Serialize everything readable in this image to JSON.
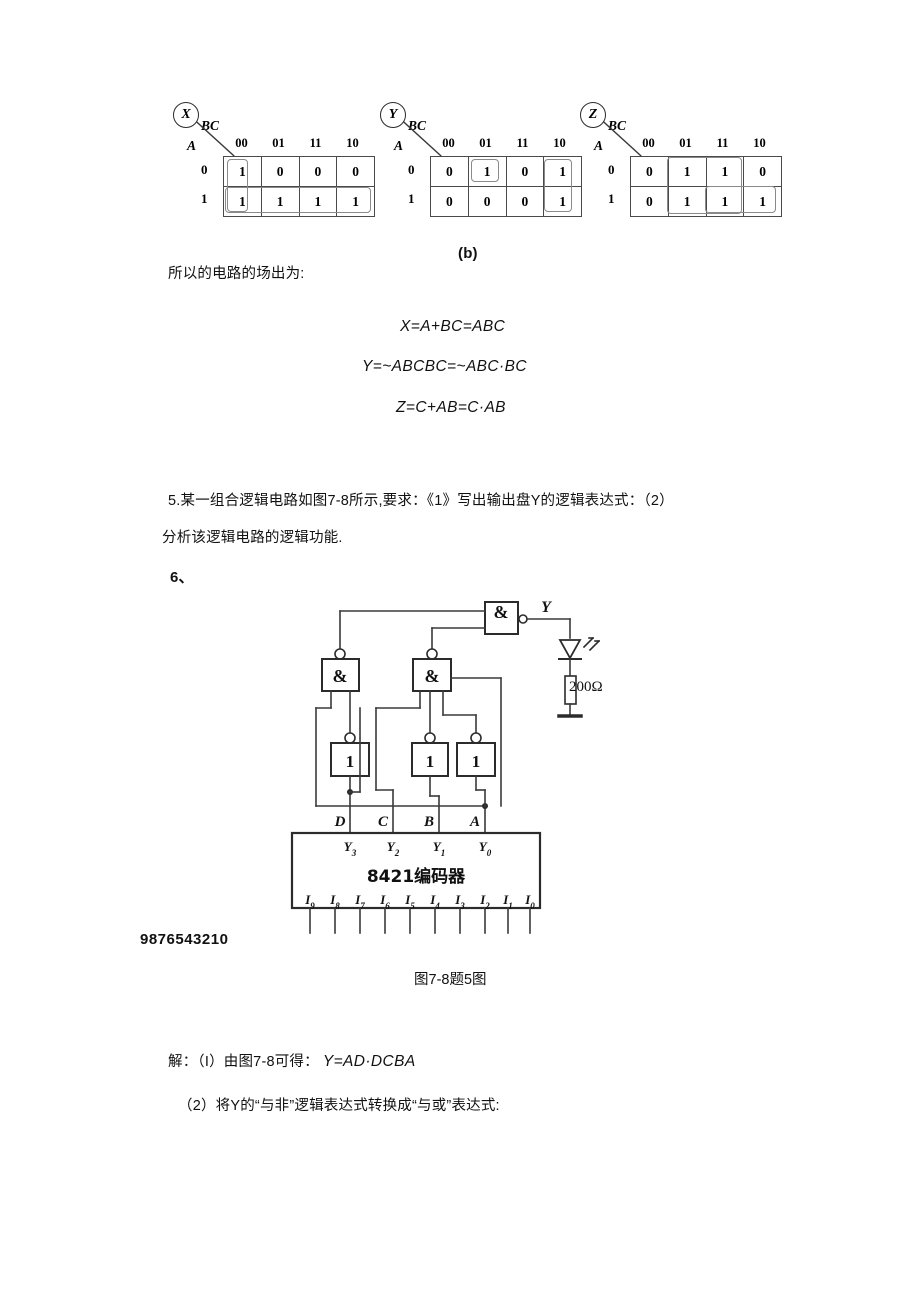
{
  "document": {
    "title": "数字电路习题解答页 - 卡诺图与8421编码器电路"
  },
  "kmaps": [
    {
      "name": "X",
      "var_circle": "X",
      "top_label": "BC",
      "left_label": "A",
      "col_headers": [
        "00",
        "01",
        "11",
        "10"
      ],
      "row_headers": [
        "0",
        "1"
      ],
      "cells": [
        [
          "1",
          "0",
          "0",
          "0"
        ],
        [
          "1",
          "1",
          "1",
          "1"
        ]
      ],
      "groups": [
        "column-00-both-rows",
        "row-1-all-columns"
      ]
    },
    {
      "name": "Y",
      "var_circle": "Y",
      "top_label": "BC",
      "left_label": "A",
      "col_headers": [
        "00",
        "01",
        "11",
        "10"
      ],
      "row_headers": [
        "0",
        "1"
      ],
      "cells": [
        [
          "0",
          "1",
          "0",
          "1"
        ],
        [
          "0",
          "0",
          "0",
          "1"
        ]
      ],
      "groups": [
        "cell-row0-col01",
        "column-10-both-rows"
      ]
    },
    {
      "name": "Z",
      "var_circle": "Z",
      "top_label": "BC",
      "left_label": "A",
      "col_headers": [
        "00",
        "01",
        "11",
        "10"
      ],
      "row_headers": [
        "0",
        "1"
      ],
      "cells": [
        [
          "0",
          "1",
          "1",
          "0"
        ],
        [
          "0",
          "1",
          "1",
          "1"
        ]
      ],
      "groups": [
        "columns-01-11-both-rows",
        "row-1-cols-11-10"
      ]
    }
  ],
  "figure_b_label": "(b)",
  "text": {
    "intro_line": "所以的电路的场出为:",
    "problem_5": "5.某一组合逻辑电路如图7-8所示,要求：《1》写出输出盘Y的逻辑表达式：（2）",
    "problem_5_cont": "分析该逻辑电路的逻辑功能.",
    "problem_6": "6、",
    "solution_line_1": "解：（I）由图7-8可得：",
    "solution_line_1_formula": "Y=AD·DCBA",
    "solution_line_2": "（2）将Y的“与非”逻辑表达式转换成“与或”表达式:"
  },
  "formulas": {
    "x_expr": "X=A+BC=ABC",
    "y_expr": "Y=~ABCBC=~ABC·BC",
    "z_expr": "Z=C+AB=C·AB"
  },
  "circuit": {
    "output_label": "Y",
    "resistor_label": "200Ω",
    "nand_symbol": "&",
    "inverter_symbol": "1",
    "encoder_title": "8421编码器",
    "encoder_outputs": [
      "Y3",
      "Y2",
      "Y1",
      "Y0"
    ],
    "encoder_output_wires": [
      "D",
      "C",
      "B",
      "A"
    ],
    "encoder_inputs": [
      "I9",
      "I8",
      "I7",
      "I6",
      "I5",
      "I4",
      "I3",
      "I2",
      "I1",
      "I0"
    ],
    "input_digits": "9876543210",
    "figure_caption": "图7-8题5图"
  },
  "colors": {
    "ink": "#111111",
    "line": "#4a4a4a",
    "group_outline": "#8a8a8a",
    "page_bg": "#ffffff"
  }
}
